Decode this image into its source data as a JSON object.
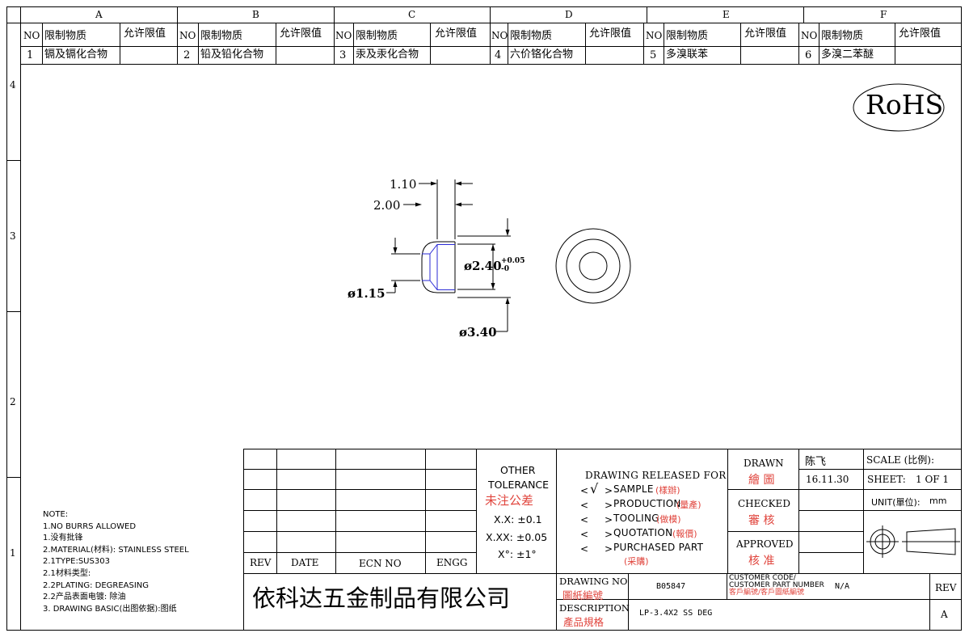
{
  "zones": {
    "columns": [
      "A",
      "B",
      "C",
      "D",
      "E",
      "F"
    ],
    "rows": [
      "4",
      "3",
      "2",
      "1"
    ]
  },
  "restricted_substances": {
    "headers": {
      "no": "NO",
      "substance": "限制物质",
      "limit": "允许限值"
    },
    "items": [
      {
        "no": "1",
        "name": "镉及镉化合物",
        "limit": ""
      },
      {
        "no": "2",
        "name": "铅及铅化合物",
        "limit": ""
      },
      {
        "no": "3",
        "name": "汞及汞化合物",
        "limit": ""
      },
      {
        "no": "4",
        "name": "六价铬化合物",
        "limit": ""
      },
      {
        "no": "5",
        "name": "多溴联苯",
        "limit": ""
      },
      {
        "no": "6",
        "name": "多溴二苯醚",
        "limit": ""
      }
    ]
  },
  "rohs_mark": "RoHS",
  "dimensions": {
    "d1": "1.10",
    "d2": "2.00",
    "dia_inner": "ø2.40",
    "tol_upper": "+0.05",
    "tol_lower": "-0",
    "dia_hole": "ø1.15",
    "dia_outer": "ø3.40"
  },
  "notes": {
    "title": "NOTE:",
    "lines": [
      "1.NO BURRS ALLOWED",
      "1.没有批锋",
      "2.MATERIAL(材料): STAINLESS STEEL",
      "2.1TYPE:SUS303",
      "2.1材料类型:",
      "2.2PLATING: DEGREASING",
      "2.2产品表面电镀: 除油",
      "3. DRAWING BASIC(出图依据):图纸"
    ]
  },
  "revision_table": {
    "headers": {
      "rev": "REV",
      "date": "DATE",
      "ecn": "ECN NO",
      "engg": "ENGG"
    }
  },
  "tolerance": {
    "title_line1": "OTHER",
    "title_line2": "TOLERANCE",
    "title_cn": "未注公差",
    "xx": "X.X: ±0.1",
    "xxx": "X.XX: ±0.05",
    "angle": "X°: ±1°"
  },
  "release": {
    "title": "DRAWING RELEASED FOR",
    "items": [
      {
        "check": "√",
        "label": "SAMPLE",
        "cn": "(樣辦)"
      },
      {
        "check": "",
        "label": "PRODUCTION",
        "cn": "(量產)"
      },
      {
        "check": "",
        "label": "TOOLING",
        "cn": "(做模)"
      },
      {
        "check": "",
        "label": "QUOTATION",
        "cn": "(報價)"
      },
      {
        "check": "",
        "label": "PURCHASED PART",
        "cn": "(采購)"
      }
    ]
  },
  "signoff": {
    "drawn_label": "DRAWN",
    "drawn_cn": "繪 圖",
    "drawn_name": "陈飞",
    "drawn_date": "16.11.30",
    "checked_label": "CHECKED",
    "checked_cn": "審 核",
    "approved_label": "APPROVED",
    "approved_cn": "核 准",
    "scale_label": "SCALE (比例):",
    "sheet_label": "SHEET:",
    "sheet_value": "1 OF 1",
    "unit_label": "UNIT(單位):",
    "unit_value": "mm"
  },
  "company": "依科达五金制品有限公司",
  "drawing_no_label": "DRAWING NO",
  "drawing_no_cn": "圖紙編號",
  "drawing_no": "B05847",
  "customer_code_label1": "CUSTOMER CODE/",
  "customer_code_label2": "CUSTOMER PART NUMBER",
  "customer_code_cn": "客戶編號/客戶圖紙編號",
  "customer_code": "N/A",
  "rev_label": "REV",
  "rev_value": "A",
  "description_label": "DESCRIPTION",
  "description_cn": "產品規格",
  "description": "LP-3.4X2 SS DEG",
  "colors": {
    "line": "#000000",
    "accent_red": "#e0443c",
    "profile_blue": "#2b2bd6"
  }
}
